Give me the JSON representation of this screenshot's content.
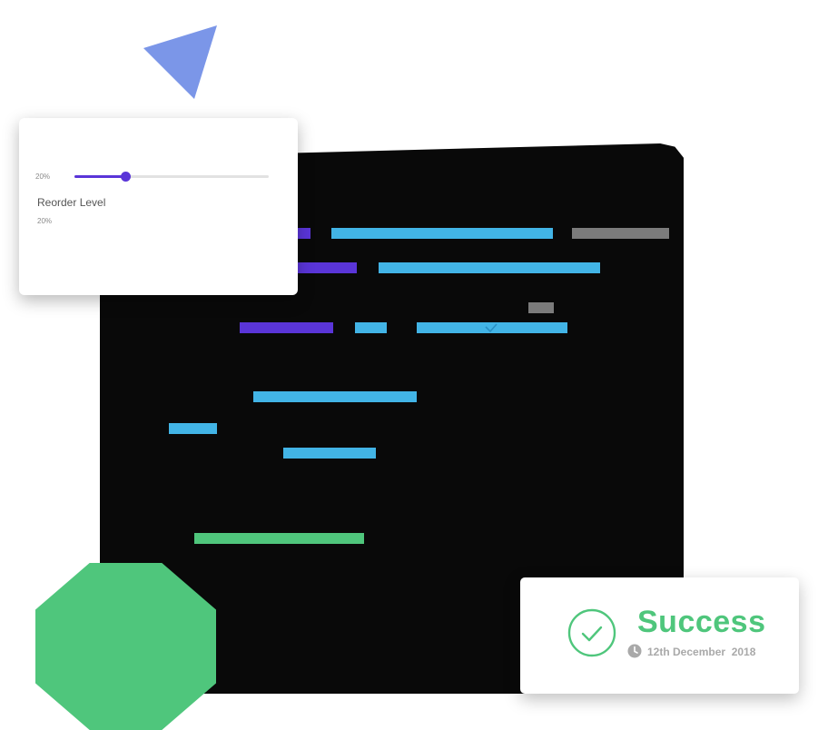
{
  "slider_card": {
    "min_label": "20%",
    "title": "Reorder Level",
    "value_label": "20%",
    "level": 0.26
  },
  "success_card": {
    "title": "Success",
    "date": "12th December  2018"
  },
  "icons": {
    "check": "check-circle-icon",
    "clock": "clock-icon",
    "code_check": "checkmark-icon"
  },
  "colors": {
    "purple": "#5a35d8",
    "blue": "#42b4e6",
    "gray": "#7b7b7b",
    "green": "#4fc67c",
    "triangle": "#7b96e8",
    "panel": "#090909"
  }
}
